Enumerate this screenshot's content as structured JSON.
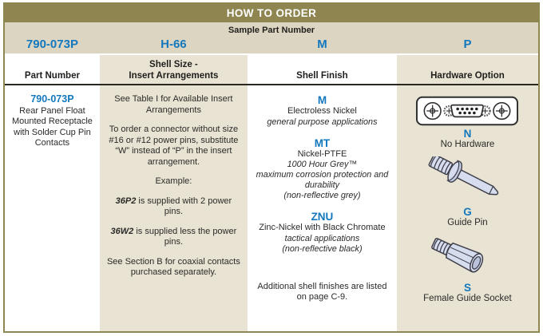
{
  "title": "HOW TO ORDER",
  "colors": {
    "accent_blue": "#1378BE",
    "olive_header_bg": "#8E8550",
    "sample_row_bg": "#DBD5C1",
    "column_tan_bg": "#E8E3D2",
    "header_rule": "#2A2722"
  },
  "sample": {
    "label": "Sample Part Number",
    "codes": [
      "790-073P",
      "H-66",
      "M",
      "P"
    ]
  },
  "headers": {
    "part_number": "Part Number",
    "shell_size_line1": "Shell Size -",
    "shell_size_line2": "Insert Arrangements",
    "shell_finish": "Shell Finish",
    "hardware_option": "Hardware Option"
  },
  "part_number": {
    "code": "790-073P",
    "description": "Rear Panel Float Mounted Receptacle with Solder Cup Pin Contacts"
  },
  "shell_size": {
    "p1": "See Table I for Available Insert Arrangements",
    "p2": "To order a connector without size #16 or #12 power pins, substitute “W” instead of “P” in the insert arrangement.",
    "p3": "Example:",
    "p4_bold": "36P2",
    "p4_rest": " is supplied with 2 power pins.",
    "p5_bold": "36W2",
    "p5_rest": " is supplied less the power pins.",
    "p6": "See Section B for coaxial contacts purchased separately."
  },
  "shell_finish": {
    "options": [
      {
        "code": "M",
        "name": "Electroless Nickel",
        "notes": [
          "general purpose applications"
        ]
      },
      {
        "code": "MT",
        "name": "Nickel-PTFE",
        "notes": [
          "1000 Hour Grey™",
          "maximum corrosion protection and durability",
          "(non-reflective grey)"
        ]
      },
      {
        "code": "ZNU",
        "name": "Zinc-Nickel with Black Chromate",
        "notes": [
          "tactical applications",
          "(non-reflective black)"
        ]
      }
    ],
    "footnote": "Additional shell finishes are listed on page C-9."
  },
  "hardware": {
    "options": [
      {
        "code": "N",
        "label": "No Hardware",
        "icon": "connector-face-icon"
      },
      {
        "code": "G",
        "label": "Guide Pin",
        "icon": "guide-pin-icon"
      },
      {
        "code": "S",
        "label": "Female Guide Socket",
        "icon": "female-guide-socket-icon"
      }
    ]
  }
}
